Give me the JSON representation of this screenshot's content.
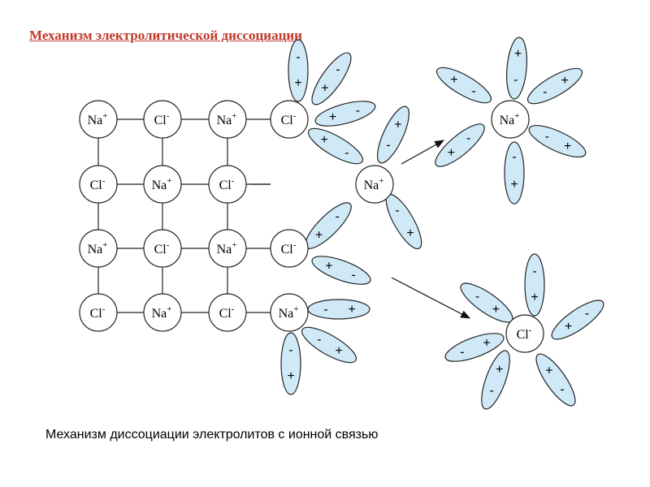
{
  "title": "Механизм электролитической диссоциации",
  "caption": "Механизм диссоциации электролитов с ионной связью",
  "ions": {
    "sodium": "Na",
    "sodium_charge": "+",
    "chloride": "Cl",
    "chloride_charge": "-"
  },
  "water_dipole": {
    "positive": "+",
    "negative": "-"
  },
  "colors": {
    "title": "#c0392b",
    "water_molecule": "#cfe9f7",
    "outline": "#222222"
  },
  "lattice_rows": [
    [
      "Na",
      "Cl",
      "Na",
      "Cl"
    ],
    [
      "Cl",
      "Na",
      "Cl",
      ""
    ],
    [
      "Na",
      "Cl",
      "Na",
      "Cl"
    ],
    [
      "Cl",
      "Na",
      "Cl",
      "Na"
    ]
  ]
}
